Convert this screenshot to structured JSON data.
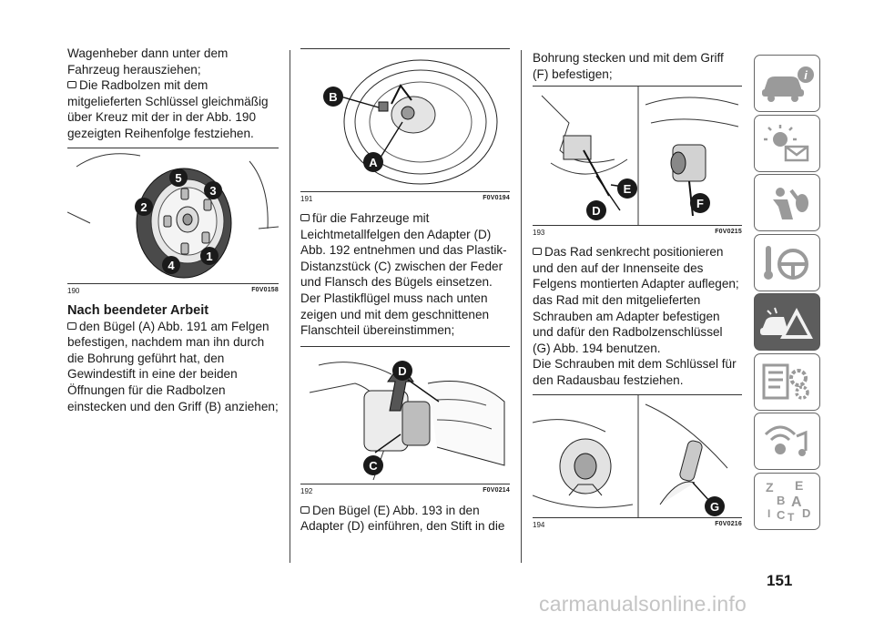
{
  "col1": {
    "p1": "Wagenheber dann unter dem Fahrzeug herausziehen;",
    "p2": "Die Radbolzen mit dem mitgelieferten Schlüssel gleichmäßig über Kreuz mit der in der Abb. 190 gezeigten Reihenfolge festziehen.",
    "fig190": {
      "number": "190",
      "code": "F0V0158",
      "labels": [
        "5",
        "3",
        "2",
        "4",
        "1"
      ]
    },
    "heading": "Nach beendeter Arbeit",
    "p3": "den Bügel (A) Abb. 191 am Felgen befestigen, nachdem man ihn durch die Bohrung geführt hat, den Gewindestift in eine der beiden Öffnungen für die Radbolzen einstecken und den Griff (B) anziehen;"
  },
  "col2": {
    "fig191": {
      "number": "191",
      "code": "F0V0194",
      "labels": [
        "B",
        "A"
      ]
    },
    "p1": "für die Fahrzeuge mit Leichtmetallfelgen den Adapter (D) Abb. 192 entnehmen und das Plastik-Distanzstück (C) zwischen der Feder und Flansch des Bügels einsetzen. Der Plastikflügel muss nach unten zeigen und mit dem geschnittenen Flanschteil übereinstimmen;",
    "fig192": {
      "number": "192",
      "code": "F0V0214",
      "labels": [
        "D",
        "C"
      ]
    },
    "p2": "Den Bügel (E) Abb. 193 in den Adapter (D) einführen, den Stift in die"
  },
  "col3": {
    "p1": "Bohrung stecken und mit dem Griff (F) befestigen;",
    "fig193": {
      "number": "193",
      "code": "F0V0215",
      "labels": [
        "E",
        "F",
        "D"
      ]
    },
    "p2": "Das Rad senkrecht positionieren und den auf der Innenseite des Felgens montierten Adapter auflegen; das Rad mit den mitgelieferten Schrauben am Adapter befestigen und dafür den Radbolzenschlüssel (G) Abb. 194 benutzen.",
    "p3": "Die Schrauben mit dem Schlüssel für den Radausbau festziehen.",
    "fig194": {
      "number": "194",
      "code": "F0V0216",
      "labels": [
        "G"
      ]
    }
  },
  "sidebar": {
    "tabs": [
      {
        "icon": "car-info-icon",
        "active": false
      },
      {
        "icon": "dashboard-lights-icon",
        "active": false
      },
      {
        "icon": "safety-airbag-icon",
        "active": false
      },
      {
        "icon": "steering-key-icon",
        "active": false
      },
      {
        "icon": "emergency-warning-icon",
        "active": true
      },
      {
        "icon": "maintenance-gear-icon",
        "active": false
      },
      {
        "icon": "multimedia-icon",
        "active": false
      },
      {
        "icon": "alphabetical-index-icon",
        "active": false
      }
    ],
    "index_letters": [
      "Z",
      "E",
      "B",
      "A",
      "I",
      "C",
      "T",
      "D"
    ]
  },
  "colors": {
    "badge": "#1a1a1a",
    "active_tab": "#5d5d5d",
    "tab_border": "#666666",
    "watermark": "#c4c4c4"
  },
  "page_number": "151",
  "watermark": "carmanualsonline.info"
}
